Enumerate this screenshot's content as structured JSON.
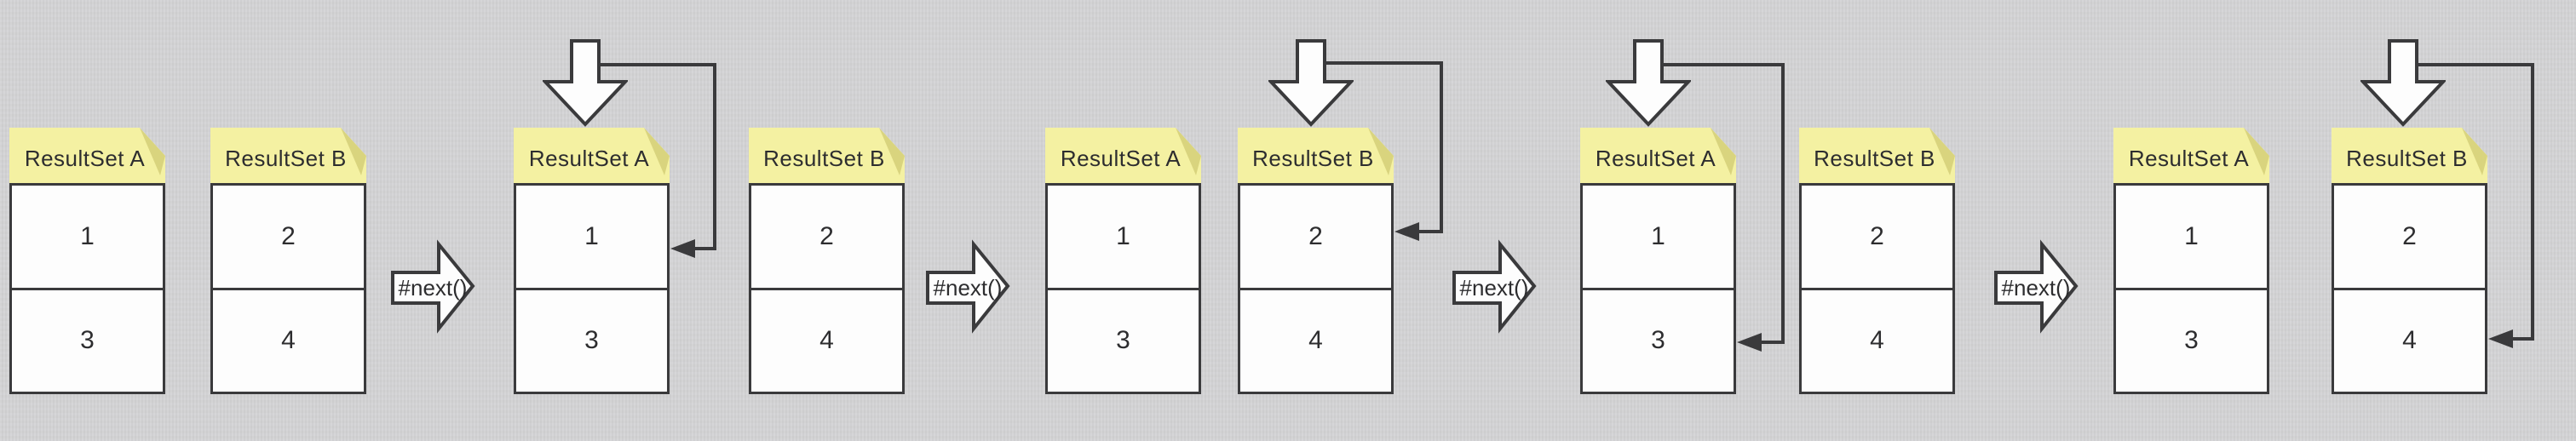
{
  "diagram": {
    "description": "ResultSet cursor advancing with #next() calls across five stages",
    "colors": {
      "background": "#d3d3d5",
      "note_fill": "#f4f1a2",
      "note_fold": "#d9d47e",
      "box_fill": "#fdfdfd",
      "line": "#3a3a3c",
      "text": "#2d2d2f"
    },
    "stages": [
      {
        "cursor": null,
        "boxes": [
          {
            "title": "ResultSet A",
            "rows": [
              "1",
              "3"
            ]
          },
          {
            "title": "ResultSet B",
            "rows": [
              "2",
              "4"
            ]
          }
        ]
      },
      {
        "cursor": {
          "target_box": "ResultSet A",
          "target_row_value": "1"
        },
        "boxes": [
          {
            "title": "ResultSet A",
            "rows": [
              "1",
              "3"
            ]
          },
          {
            "title": "ResultSet B",
            "rows": [
              "2",
              "4"
            ]
          }
        ]
      },
      {
        "cursor": {
          "target_box": "ResultSet B",
          "target_row_value": "2"
        },
        "boxes": [
          {
            "title": "ResultSet A",
            "rows": [
              "1",
              "3"
            ]
          },
          {
            "title": "ResultSet B",
            "rows": [
              "2",
              "4"
            ]
          }
        ]
      },
      {
        "cursor": {
          "target_box": "ResultSet A",
          "target_row_value": "3"
        },
        "boxes": [
          {
            "title": "ResultSet A",
            "rows": [
              "1",
              "3"
            ]
          },
          {
            "title": "ResultSet B",
            "rows": [
              "2",
              "4"
            ]
          }
        ]
      },
      {
        "cursor": {
          "target_box": "ResultSet B",
          "target_row_value": "4"
        },
        "boxes": [
          {
            "title": "ResultSet A",
            "rows": [
              "1",
              "3"
            ]
          },
          {
            "title": "ResultSet B",
            "rows": [
              "2",
              "4"
            ]
          }
        ]
      }
    ],
    "transitions": [
      {
        "label": "#next()"
      },
      {
        "label": "#next()"
      },
      {
        "label": "#next()"
      },
      {
        "label": "#next()"
      }
    ]
  }
}
